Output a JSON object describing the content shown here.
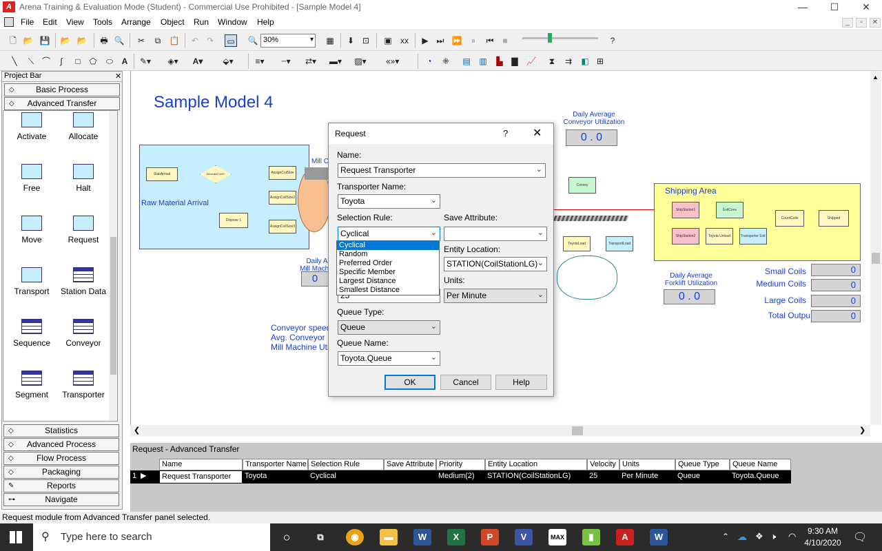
{
  "window": {
    "title": "Arena Training & Evaluation Mode (Student) - Commercial Use Prohibited - [Sample Model 4]",
    "logo": "A"
  },
  "menu": [
    "File",
    "Edit",
    "View",
    "Tools",
    "Arrange",
    "Object",
    "Run",
    "Window",
    "Help"
  ],
  "toolbar": {
    "zoom": "30%"
  },
  "project_bar": {
    "title": "Project Bar",
    "top_panels": [
      "Basic Process",
      "Advanced Transfer"
    ],
    "modules": [
      "Activate",
      "Allocate",
      "Free",
      "Halt",
      "Move",
      "Request",
      "Transport",
      "Station Data",
      "Sequence",
      "Conveyor",
      "Segment",
      "Transporter"
    ],
    "bottom_panels": [
      "Statistics",
      "Advanced Process",
      "Flow Process",
      "Packaging",
      "Reports",
      "Navigate"
    ]
  },
  "canvas": {
    "model_title": "Sample Model 4",
    "raw_material": "Raw Material Arrival",
    "mill_label": "Mill C",
    "conveyor_util_label": "Daily Average\nConveyor Utilization",
    "conveyor_util_value": "0 . 0",
    "mill_util_label": "Daily A\nMill Machin",
    "mill_util_value": "0",
    "forklift_util_label": "Daily Average\nForklift Utilization",
    "forklift_util_value": "0 . 0",
    "shipping_area": "Shipping Area",
    "conveyor_speed_lines": [
      "Conveyor speed",
      "Avg. Conveyor",
      "Mill Machine Util"
    ],
    "counters": [
      {
        "label": "Small Coils",
        "value": "0"
      },
      {
        "label": "Medium Coils",
        "value": "0"
      },
      {
        "label": "Large Coils",
        "value": "0"
      },
      {
        "label": "Total Outpu",
        "value": "0"
      }
    ],
    "nodes": [
      "SlabArrival",
      "DecideCoil?",
      "AssignCoilSize",
      "AssignCoilSize2",
      "AssignCoilSize3",
      "Dispose 1",
      "Convey",
      "ShipStation1",
      "ExitConv",
      "CountCoils",
      "Shipped",
      "ShipStation2",
      "Toyota Unload",
      "Transporter Exit",
      "ToyotaLoad",
      "TransportLoad"
    ]
  },
  "dialog": {
    "title": "Request",
    "help_glyph": "?",
    "name_label": "Name:",
    "name_value": "Request Transporter",
    "transporter_label": "Transporter Name:",
    "transporter_value": "Toyota",
    "selection_label": "Selection Rule:",
    "selection_value": "Cyclical",
    "save_attr_label": "Save Attribute:",
    "save_attr_value": "",
    "entity_loc_label": "Entity Location:",
    "entity_loc_value": "STATION(CoilStationLG)",
    "units_label": "Units:",
    "units_value": "Per Minute",
    "velocity_value": "25",
    "queue_type_label": "Queue Type:",
    "queue_type_value": "Queue",
    "queue_name_label": "Queue Name:",
    "queue_name_value": "Toyota.Queue",
    "ok": "OK",
    "cancel": "Cancel",
    "help": "Help",
    "options": [
      "Cyclical",
      "Random",
      "Preferred Order",
      "Specific Member",
      "Largest Distance",
      "Smallest Distance"
    ]
  },
  "grid": {
    "title": "Request - Advanced Transfer",
    "headers": [
      "Name",
      "Transporter Name",
      "Selection Rule",
      "Save Attribute",
      "Priority",
      "Entity Location",
      "Velocity",
      "Units",
      "Queue Type",
      "Queue Name"
    ],
    "row_num": "1",
    "row": [
      "Request Transporter",
      "Toyota",
      "Cyclical",
      "",
      "Medium(2)",
      "STATION(CoilStationLG)",
      "25",
      "Per Minute",
      "Queue",
      "Toyota.Queue"
    ]
  },
  "status": "Request module from Advanced Transfer panel selected.",
  "taskbar": {
    "search_placeholder": "Type here to search",
    "time": "9:30 AM",
    "date": "4/10/2020"
  }
}
